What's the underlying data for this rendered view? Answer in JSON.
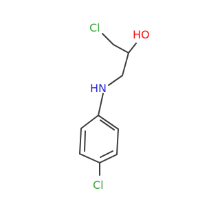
{
  "molecule": {
    "atoms": {
      "cl_top": {
        "label": "Cl",
        "color": "#3ea83e"
      },
      "oh": {
        "label": "HO",
        "color": "#ff0d0d"
      },
      "nh": {
        "label": "HN",
        "color": "#2a2ad8"
      },
      "cl_bottom": {
        "label": "Cl",
        "color": "#3ea83e"
      }
    },
    "bond_color": "#3c3c3c"
  }
}
